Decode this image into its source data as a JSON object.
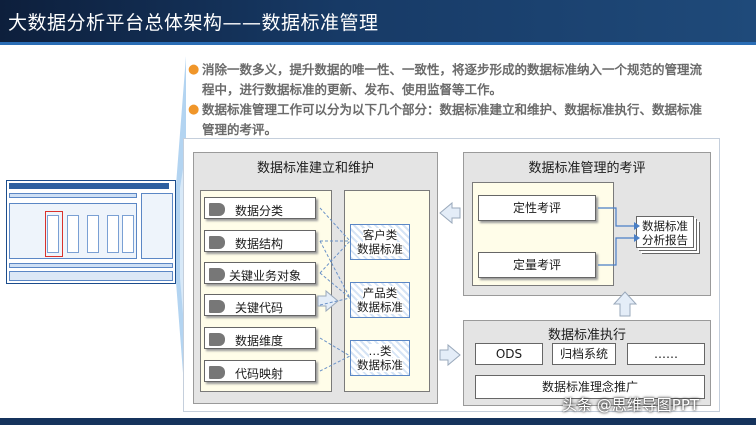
{
  "header": {
    "title": "大数据分析平台总体架构——数据标准管理"
  },
  "bullets": [
    "消除一数多义，提升数据的唯一性、一致性，将逐步形成的数据标准纳入一个规范的管理流程中，进行数据标准的更新、发布、使用监督等工作。",
    "数据标准管理工作可以分为以下几个部分：数据标准建立和维护、数据标准执行、数据标准管理的考评。"
  ],
  "build": {
    "title": "数据标准建立和维护",
    "items": [
      "数据分类",
      "数据结构",
      "关键业务对象",
      "关键代码",
      "数据维度",
      "代码映射"
    ],
    "standards": [
      {
        "line1": "客户类",
        "line2": "数据标准"
      },
      {
        "line1": "产品类",
        "line2": "数据标准"
      },
      {
        "line1": "…类",
        "line2": "数据标准"
      }
    ]
  },
  "evaluate": {
    "title": "数据标准管理的考评",
    "qualitative": "定性考评",
    "quantitative": "定量考评",
    "report_line1": "数据标准",
    "report_line2": "分析报告"
  },
  "execute": {
    "title": "数据标准执行",
    "items": [
      "ODS",
      "归档系统",
      "……"
    ],
    "promotion": "数据标准理念推广"
  },
  "watermark": "头条 @思维导图PPT",
  "colors": {
    "header": "#173a66",
    "bullet_dot": "#f0962a",
    "arrow": "#dfe9f5",
    "callout": "#a9cdee"
  }
}
